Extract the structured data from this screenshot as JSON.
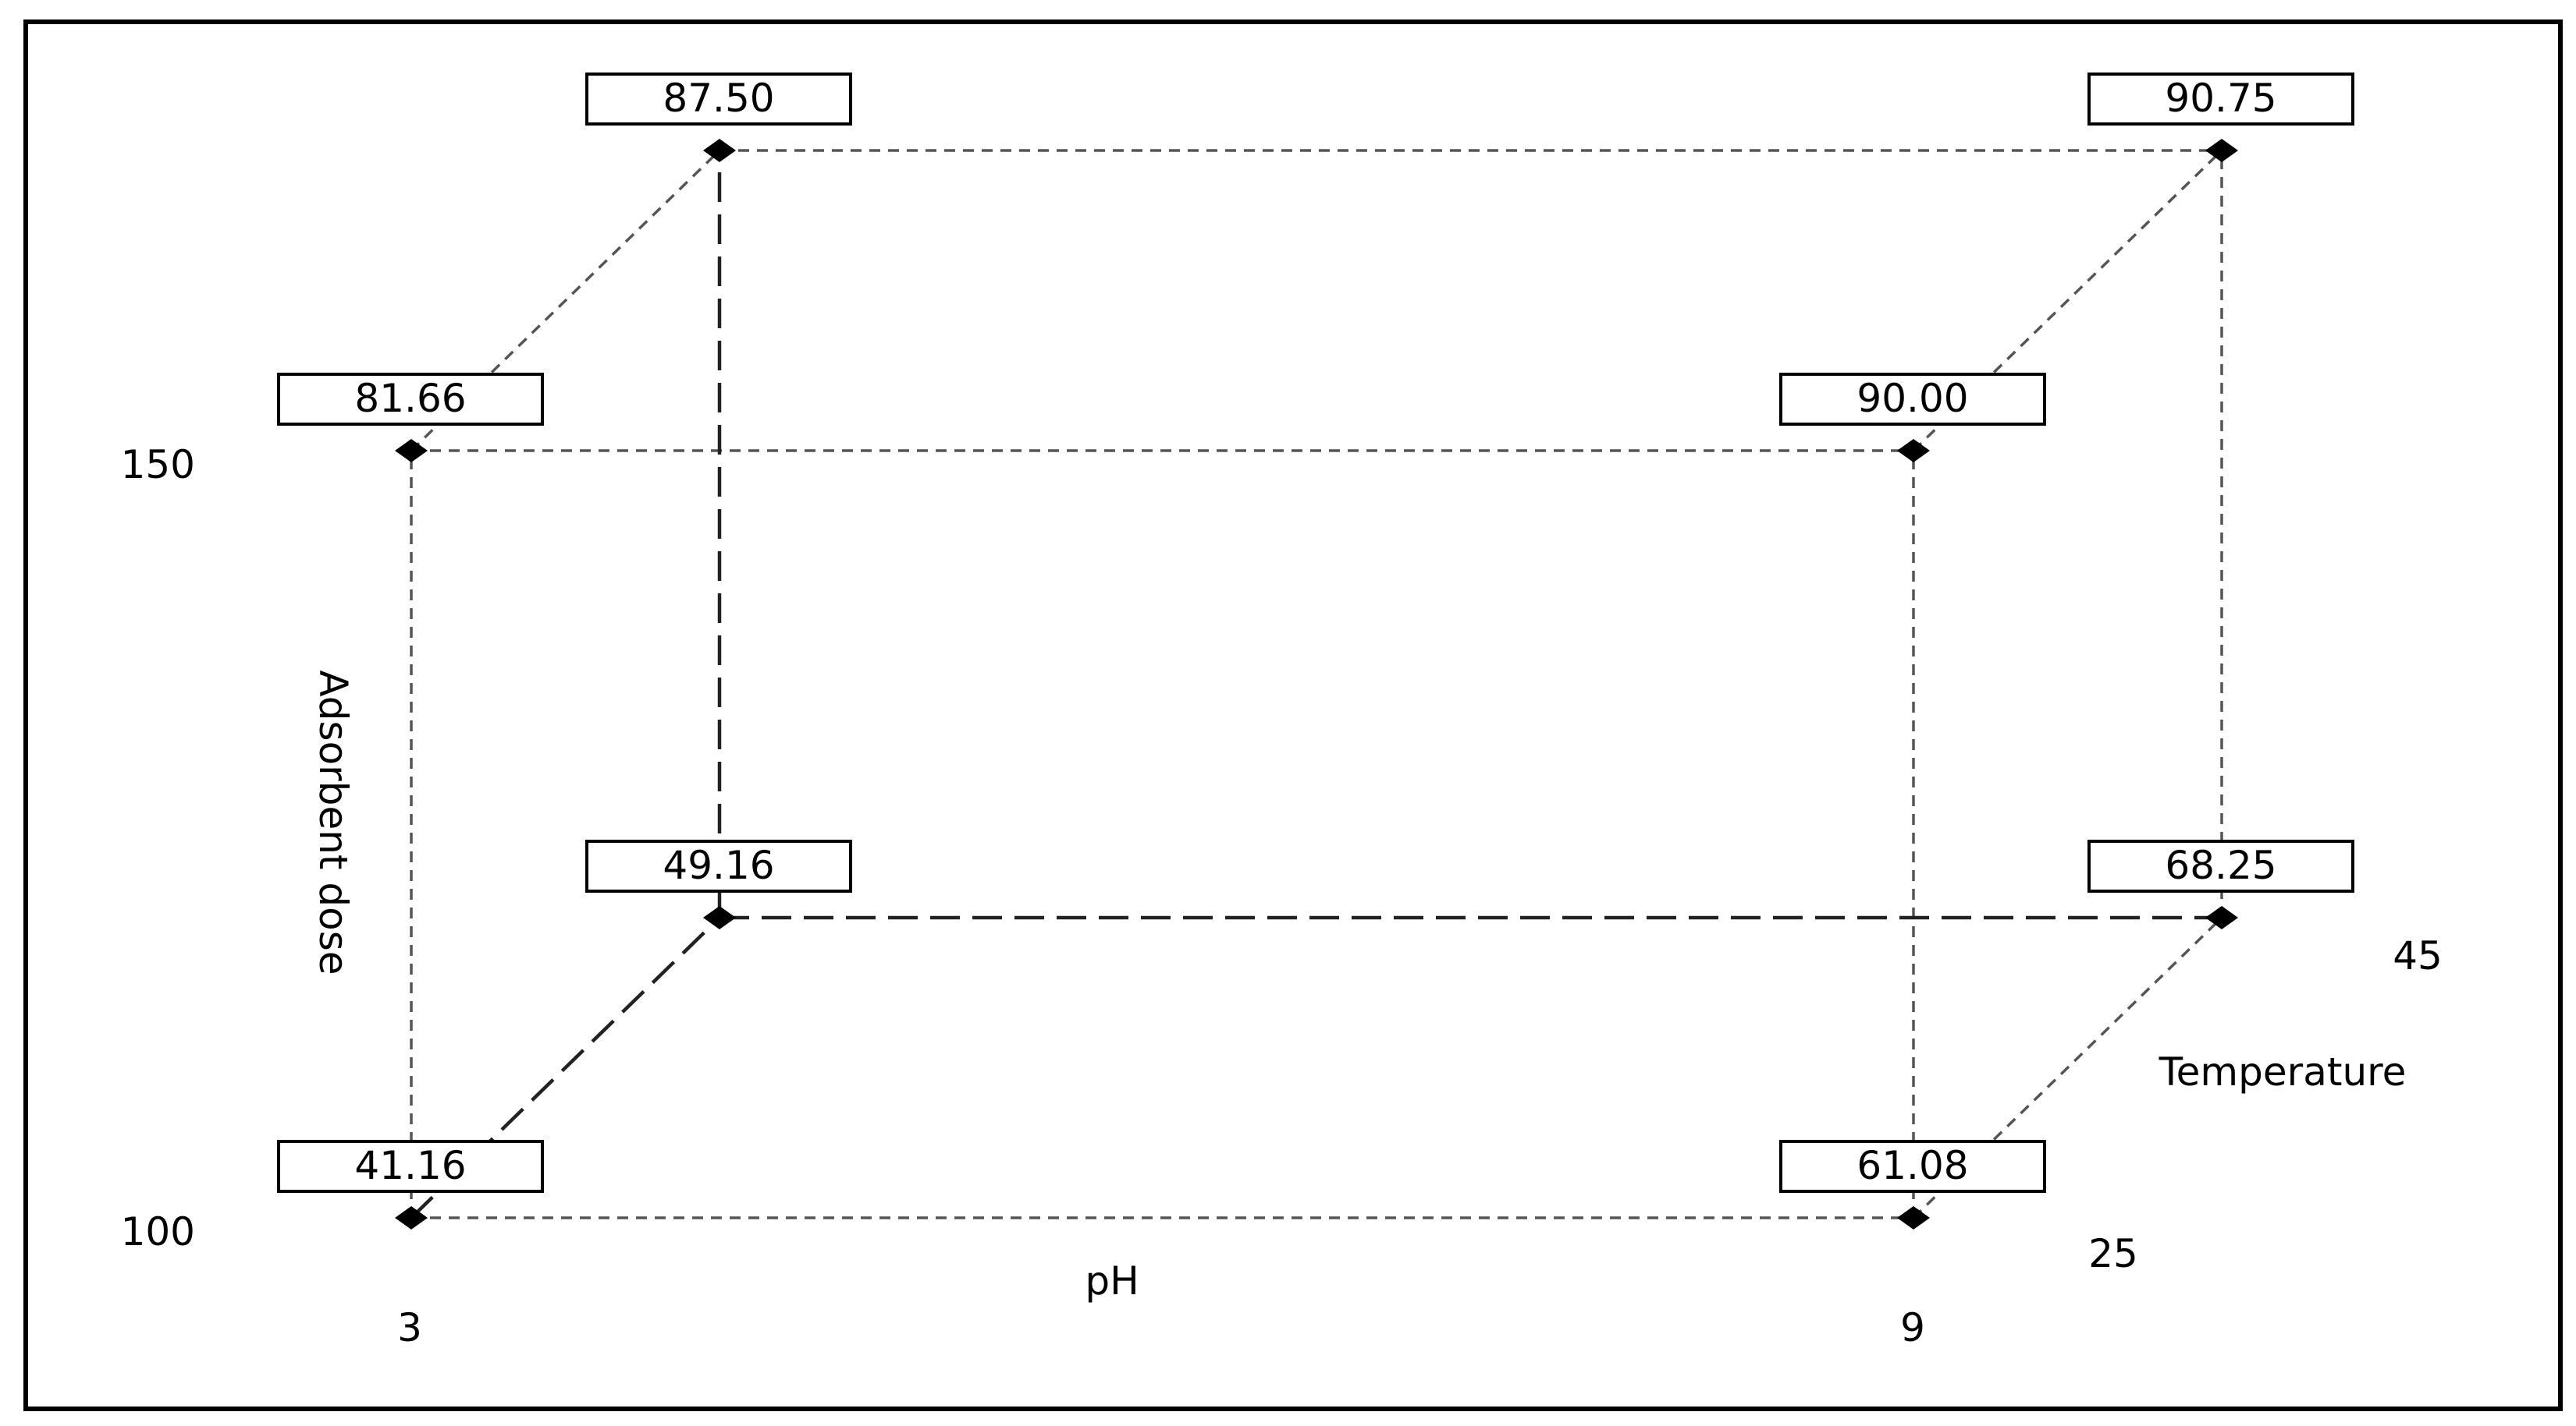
{
  "chart_data": {
    "type": "cube",
    "axes": {
      "ph": {
        "label": "pH",
        "low": "3",
        "high": "9"
      },
      "adsorbent_dose": {
        "label": "Adsorbent dose",
        "low": "100",
        "high": "150"
      },
      "temperature": {
        "label": "Temperature",
        "low": "25",
        "high": "45"
      }
    },
    "points": [
      {
        "ph": 3,
        "dose": 100,
        "temperature": 25,
        "value": "41.16"
      },
      {
        "ph": 9,
        "dose": 100,
        "temperature": 25,
        "value": "61.08"
      },
      {
        "ph": 3,
        "dose": 150,
        "temperature": 25,
        "value": "81.66"
      },
      {
        "ph": 9,
        "dose": 150,
        "temperature": 25,
        "value": "90.00"
      },
      {
        "ph": 3,
        "dose": 100,
        "temperature": 45,
        "value": "49.16"
      },
      {
        "ph": 9,
        "dose": 100,
        "temperature": 45,
        "value": "68.25"
      },
      {
        "ph": 3,
        "dose": 150,
        "temperature": 45,
        "value": "87.50"
      },
      {
        "ph": 9,
        "dose": 150,
        "temperature": 45,
        "value": "90.75"
      }
    ]
  }
}
